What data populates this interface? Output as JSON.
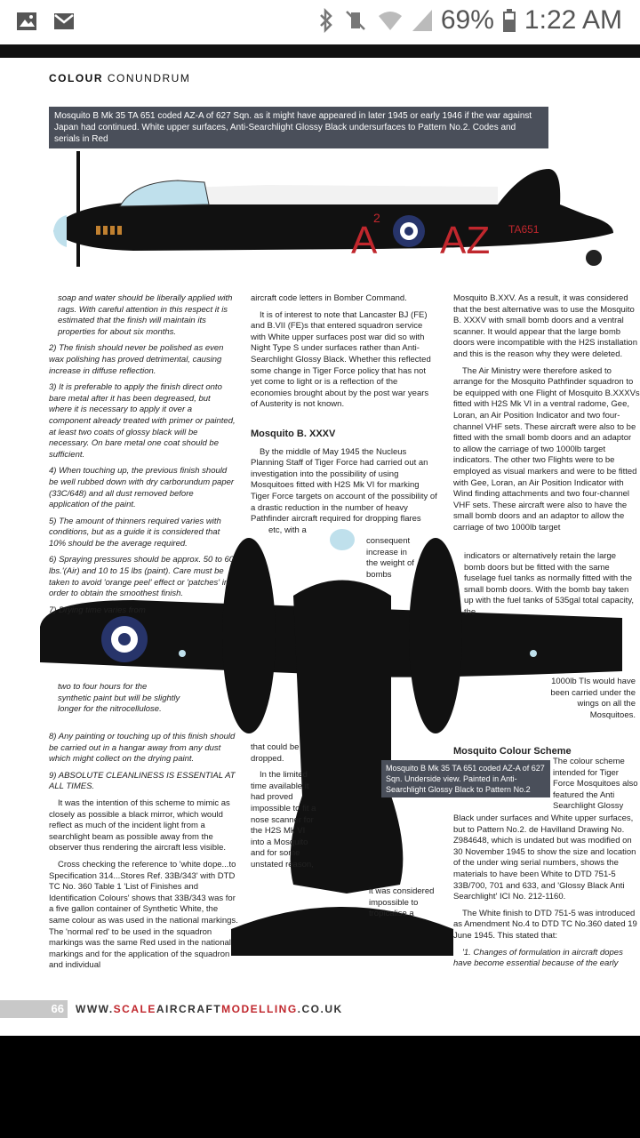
{
  "status_bar": {
    "battery": "69%",
    "time": "1:22 AM"
  },
  "header": {
    "bold": "COLOUR",
    "light": "CONUNDRUM"
  },
  "caption_top": "Mosquito B Mk 35 TA 651 coded AZ-A of 627 Sqn. as it might have appeared in later 1945 or early 1946 if the war against Japan had continued. White upper surfaces, Anti-Searchlight Glossy Black undersurfaces to Pattern No.2. Codes and serials in Red",
  "aircraft_markings": {
    "code_left": "A",
    "code_sup": "2",
    "code_right": "AZ",
    "serial": "TA651"
  },
  "col1": {
    "p1": "soap and water should be liberally applied with rags. With careful attention in this respect it is estimated that the finish will maintain its properties for about six months.",
    "p2": "2) The finish should never be polished as even wax polishing has proved detrimental, causing increase in diffuse reflection.",
    "p3": "3) It is preferable to apply the finish direct onto bare metal after it has been degreased, but where it is necessary to apply it over a component already treated with primer or painted, at least two coats of glossy black will be necessary. On bare metal one coat should be sufficient.",
    "p4": "4) When touching up, the previous finish should be well rubbed down with dry carborundum paper (33C/648) and all dust removed before application of the paint.",
    "p5": "5) The amount of thinners required varies with conditions, but as a guide it is considered that 10% should be the average required.",
    "p6": "6) Spraying pressures should be approx. 50 to 60 lbs.'(Air) and 10 to 15 lbs (paint). Care must be taken to avoid 'orange peel' effect or 'patches' in order to obtain the smoothest finish.",
    "p7": "7) Drying time varies from",
    "p8": "two to four hours for the synthetic paint but will be slightly longer for the nitrocellulose.",
    "p9": "8) Any painting or touching up of this finish should be carried out in a hangar away from any dust which might collect on the drying paint.",
    "p10": "9) ABSOLUTE CLEANLINESS IS ESSENTIAL AT ALL TIMES.",
    "p11": "It was the intention of this scheme to mimic as closely as possible a black mirror, which would reflect as much of the incident light from a searchlight beam as possible away from the observer thus rendering the aircraft less visible.",
    "p12": "Cross checking the reference to 'white dope...to Specification 314...Stores Ref. 33B/343' with DTD TC No. 360 Table 1 'List of Finishes and Identification Colours' shows that 33B/343 was for a five gallon container of Synthetic White, the same colour as was used in the national markings. The 'normal red' to be used in the squadron markings was the same Red used in the national markings and for the application of the squadron and individual"
  },
  "col2": {
    "p1": "aircraft code letters in Bomber Command.",
    "p2": "It is of interest to note that Lancaster BJ (FE) and B.VII (FE)s that entered squadron service with White upper surfaces post war did so with Night Type S under surfaces rather than Anti-Searchlight Glossy Black. Whether this reflected some change in Tiger Force policy that has not yet come to light or is a reflection of the economies brought about by the post war years of Austerity is not known.",
    "h": "Mosquito B. XXXV",
    "p3": "By the middle of May 1945 the Nucleus Planning Staff of Tiger Force had carried out an investigation into the possibility of using Mosquitoes fitted with H2S Mk VI for marking Tiger Force targets on account of the possibility of a drastic reduction in the number of heavy Pathfinder aircraft required for dropping flares",
    "p3b": "etc, with a",
    "p3c": "consequent increase in the weight of bombs",
    "p4": "that could be dropped.",
    "p5": "In the limited time available it had proved impossible to fit a nose scanner for the H2S Mk VI into a Mosquito and for some unstated reason,",
    "p6": "it was considered impossible to tropicalise a"
  },
  "col3": {
    "p1": "Mosquito B.XXV. As a result, it was considered that the best alternative was to use the Mosquito B. XXXV with small bomb doors and a ventral scanner. It would appear that the large bomb doors were incompatible with the H2S installation and this is the reason why they were deleted.",
    "p2": "The Air Ministry were therefore asked to arrange for the Mosquito Pathfinder squadron to be equipped with one Flight of Mosquito B.XXXVs fitted with H2S Mk VI in a ventral radome, Gee, Loran, an Air Position Indicator and two four-channel VHF sets. These aircraft were also to be fitted with the small bomb doors and an adaptor to allow the carriage of two 1000lb target indicators. The other two Flights were to be employed as visual markers and were to be fitted with Gee, Loran, an Air Position Indicator with Wind finding attachments and two four-channel VHF sets. These aircraft were also to have the small bomb doors and an adaptor to allow the carriage of two 1000lb target",
    "p2b": "indicators or alternatively retain the large bomb doors but be fitted with the same fuselage fuel tanks as normally fitted with the small bomb doors. With the bomb bay taken up with the fuel tanks of 535gal total capacity, the",
    "p3": "1000lb TIs would have been carried under the wings on all the Mosquitoes.",
    "h": "Mosquito Colour Scheme",
    "p4": "The colour scheme intended for Tiger Force Mosquitoes also featured the Anti Searchlight Glossy",
    "p5": "Black under surfaces and White upper surfaces, but to Pattern No.2. de Havilland Drawing No. Z984648, which is undated but was modified on 30 November 1945 to show the size and location of the under wing serial numbers, shows the materials to have been White to DTD 751-5 33B/700, 701 and 633, and 'Glossy Black Anti Searchlight' ICI No. 212-1160.",
    "p6": "The White finish to DTD 751-5 was introduced as Amendment No.4 to DTD TC No.360 dated 19 June 1945. This stated that:",
    "p7": "'1. Changes of formulation in aircraft dopes have become essential because of the early"
  },
  "caption_mid": "Mosquito B Mk 35 TA 651 coded AZ-A of 627 Sqn. Underside view. Painted in Anti-Searchlight Glossy Black to Pattern No.2",
  "footer": {
    "page": "66",
    "url_a": "WWW.",
    "url_b": "SCALE",
    "url_c": "AIRCRAFT",
    "url_d": "MODELLING",
    "url_e": ".CO.UK"
  }
}
